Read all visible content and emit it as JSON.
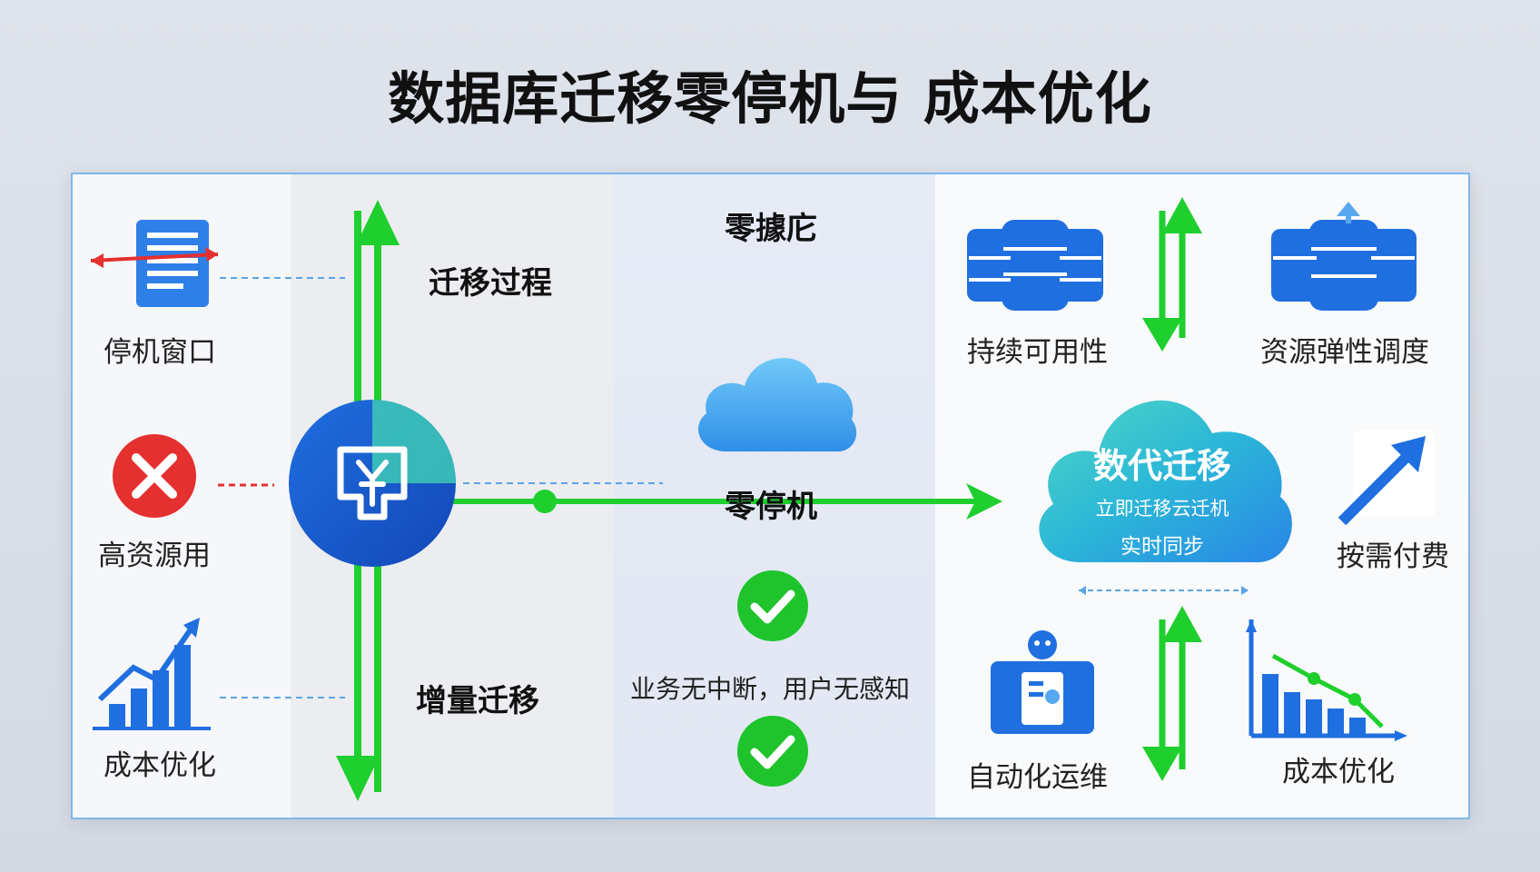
{
  "title": "数据库迁移零停机与 成本优化",
  "left": {
    "items": [
      {
        "label": "停机窗口",
        "icon": "document-arrows-icon"
      },
      {
        "label": "高资源用",
        "icon": "error-x-icon"
      },
      {
        "label": "成本优化",
        "icon": "bar-chart-up-icon"
      }
    ]
  },
  "process": {
    "top_label": "迁移过程",
    "bottom_label": "增量迁移",
    "hub_icon": "yuan-shield-icon"
  },
  "middle": {
    "top_label": "零據庀",
    "cloud_icon": "cloud-icon",
    "zero_downtime": "零停机",
    "check_caption": "业务无中断，用户无感知"
  },
  "cloud": {
    "title": "数代迁移",
    "line1": "立即迁移云迁机",
    "line2": "实时同步"
  },
  "right": {
    "items": [
      {
        "label": "持续可用性",
        "icon": "database-cluster-icon"
      },
      {
        "label": "资源弹性调度",
        "icon": "database-scale-icon"
      },
      {
        "label": "按需付费",
        "icon": "arrow-up-right-icon"
      },
      {
        "label": "自动化运维",
        "icon": "robot-ops-icon"
      },
      {
        "label": "成本优化",
        "icon": "bar-chart-down-icon"
      }
    ]
  },
  "colors": {
    "green": "#1fcf2e",
    "blue": "#1f6fe0",
    "red": "#e53030"
  }
}
